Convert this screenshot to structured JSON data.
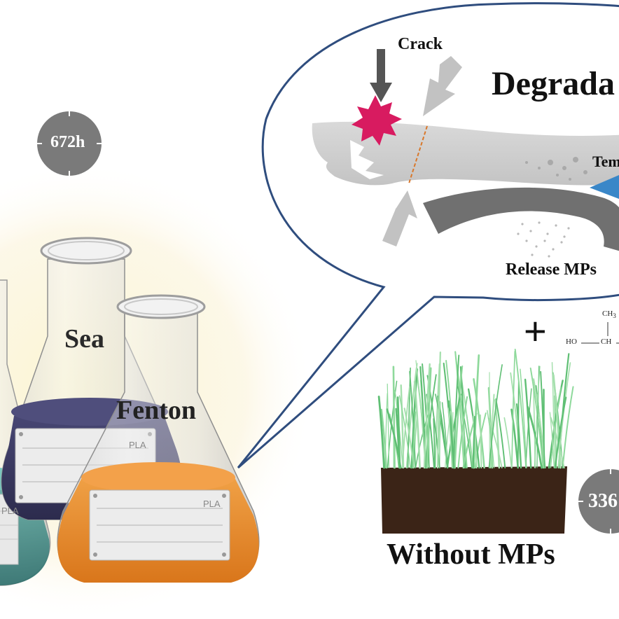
{
  "labels": {
    "crack": "Crack",
    "degradation": "Degrada",
    "temp": "Tem",
    "release_mps": "Release MPs",
    "sea": "Sea",
    "fenton": "Fenton",
    "without_mps": "Without MPs",
    "plus": "+"
  },
  "badges": {
    "time_672": "672h",
    "time_336": "336"
  },
  "mask_labels": {
    "pla_sea": "PLA",
    "pla_fenton": "PLA",
    "pla_left": "PLA"
  },
  "chemistry": {
    "ch3": "CH",
    "ch3_sub": "3",
    "ho": "HO",
    "ch": "CH"
  },
  "colors": {
    "bubble_outline": "#2f4d7e",
    "crack_star": "#d81b60",
    "sea_liquid": "#3b3a63",
    "fenton_liquid": "#e8892a",
    "teal_liquid": "#4a9a96",
    "grass": "#7dcf8c",
    "soil": "#3b2417",
    "badge_gray": "#7a7a7a",
    "glow": "#f8f1c8",
    "arrow_blue": "#3a87c8"
  }
}
